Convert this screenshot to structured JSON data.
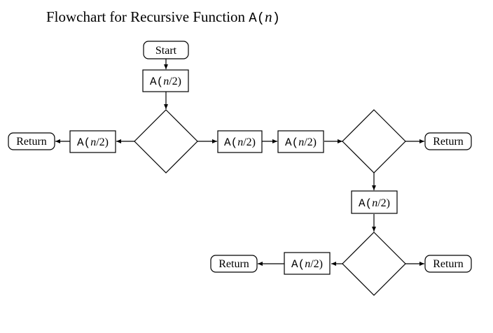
{
  "title": {
    "prefix": "Flowchart for Recursive Function ",
    "func": "A",
    "open": "(",
    "arg": "n",
    "close": ")"
  },
  "nodes": {
    "start": {
      "label": "Start"
    },
    "call_1": {
      "func": "A",
      "open": "(",
      "arg": "n",
      "rest": "/2)"
    },
    "decision_1": {
      "label": ""
    },
    "call_left": {
      "func": "A",
      "open": "(",
      "arg": "n",
      "rest": "/2)"
    },
    "return_left": {
      "label": "Return"
    },
    "call_2": {
      "func": "A",
      "open": "(",
      "arg": "n",
      "rest": "/2)"
    },
    "call_3": {
      "func": "A",
      "open": "(",
      "arg": "n",
      "rest": "/2)"
    },
    "decision_2": {
      "label": ""
    },
    "return_right_1": {
      "label": "Return"
    },
    "call_4": {
      "func": "A",
      "open": "(",
      "arg": "n",
      "rest": "/2)"
    },
    "decision_3": {
      "label": ""
    },
    "return_right_2": {
      "label": "Return"
    },
    "call_5": {
      "func": "A",
      "open": "(",
      "arg": "n",
      "rest": "/2)"
    },
    "return_bottom_left": {
      "label": "Return"
    }
  },
  "colors": {
    "stroke": "#000000",
    "background": "#ffffff",
    "text": "#000000"
  }
}
